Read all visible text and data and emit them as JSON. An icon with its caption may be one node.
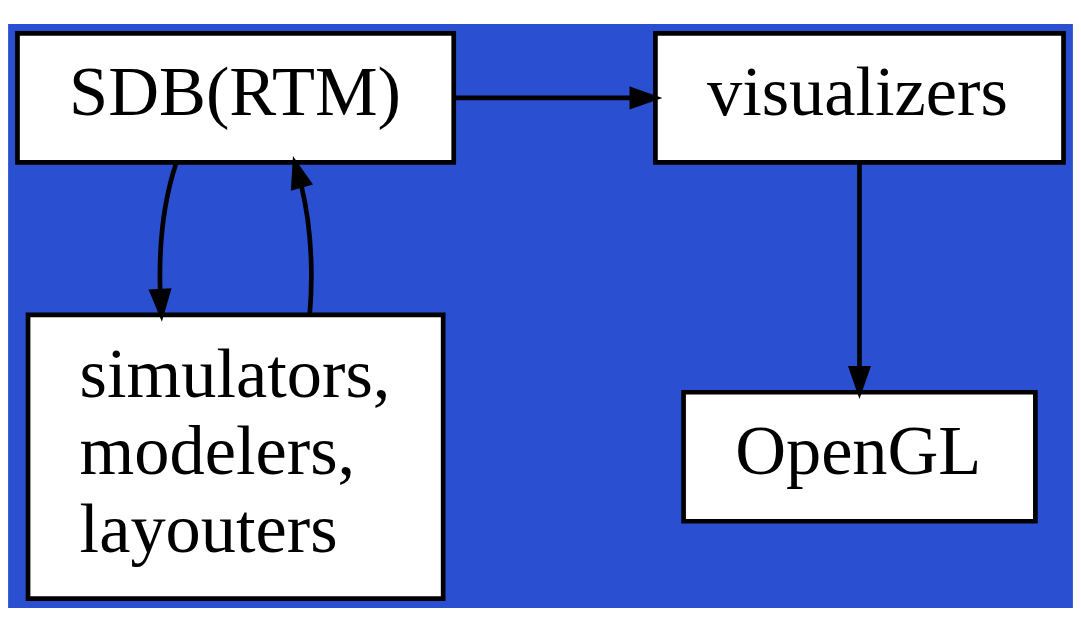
{
  "diagram": {
    "nodes": [
      {
        "text": [
          "SDB(RTM)"
        ]
      },
      {
        "text": [
          "visualizers"
        ]
      },
      {
        "text": [
          "simulators, modelers, layouters"
        ]
      },
      {
        "text": [
          "OpenGL"
        ]
      }
    ],
    "edges": [
      {
        "from": 0,
        "to": 1,
        "arrow": "to"
      },
      {
        "from": 0,
        "to": 2,
        "arrow": "to"
      },
      {
        "from": 2,
        "to": 0,
        "arrow": "to"
      },
      {
        "from": 1,
        "to": 3,
        "arrow": "to"
      }
    ]
  }
}
